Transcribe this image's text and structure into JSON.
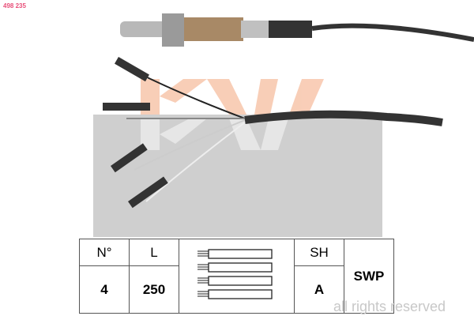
{
  "part_number": "498 235",
  "table": {
    "headers": {
      "wires": "N°",
      "length": "L",
      "sensor_heater": "SH"
    },
    "values": {
      "wires": "4",
      "length": "250",
      "sensor_heater": "A",
      "type": "SWP"
    }
  },
  "watermark": "all rights reserved",
  "colors": {
    "part_number": "#e8507a",
    "logo": "#f8c9b0",
    "background_box": "#cfcfcf"
  }
}
